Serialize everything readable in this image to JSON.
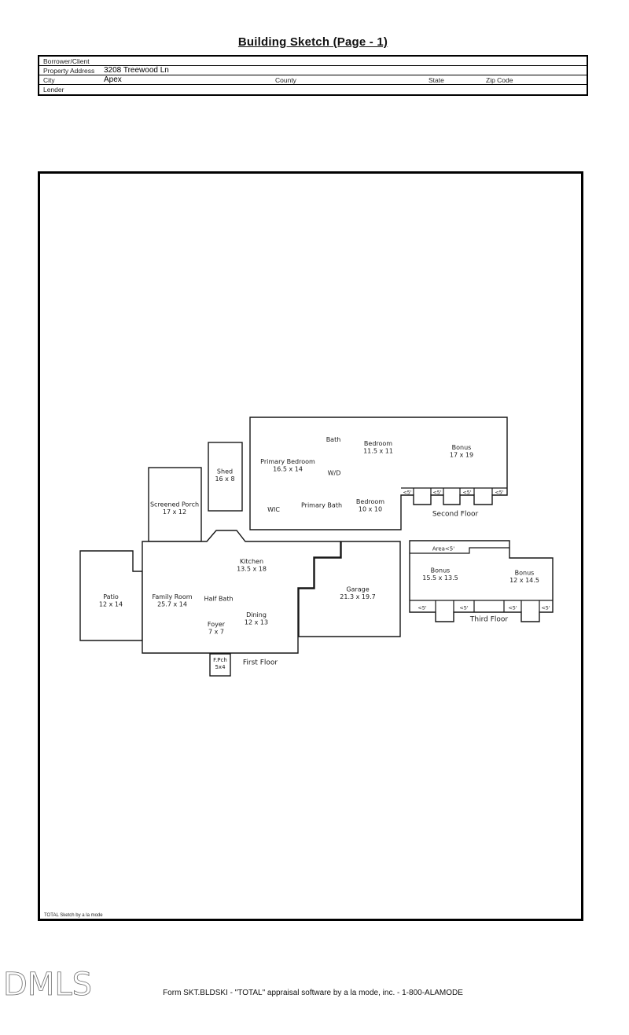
{
  "title": "Building Sketch (Page - 1)",
  "form": {
    "borrower_label": "Borrower/Client",
    "borrower_value": "",
    "property_address_label": "Property Address",
    "property_address_value": "3208 Treewood Ln",
    "city_label": "City",
    "city_value": "Apex",
    "county_label": "County",
    "county_value": "",
    "state_label": "State",
    "state_value": "",
    "zip_label": "Zip Code",
    "zip_value": "",
    "lender_label": "Lender",
    "lender_value": ""
  },
  "sketch": {
    "watermark": "TOTAL Sketch by a la mode",
    "second_floor": {
      "label": "Second Floor",
      "rooms": [
        {
          "name": "Bath",
          "dims": ""
        },
        {
          "name": "Bedroom",
          "dims": "11.5 x 11"
        },
        {
          "name": "Bonus",
          "dims": "17 x 19"
        },
        {
          "name": "Primary Bedroom",
          "dims": "16.5 x 14"
        },
        {
          "name": "W/D",
          "dims": ""
        },
        {
          "name": "WIC",
          "dims": ""
        },
        {
          "name": "Primary Bath",
          "dims": ""
        },
        {
          "name": "Bedroom",
          "dims": "10 x 10"
        }
      ],
      "low_height_markers": [
        "<5'",
        "<5'",
        "<5'",
        "<5'"
      ]
    },
    "outbuildings": {
      "shed": {
        "name": "Shed",
        "dims": "16 x 8"
      },
      "screened_porch": {
        "name": "Screened Porch",
        "dims": "17 x 12"
      },
      "patio": {
        "name": "Patio",
        "dims": "12 x 14"
      }
    },
    "first_floor": {
      "label": "First Floor",
      "rooms": [
        {
          "name": "Kitchen",
          "dims": "13.5 x 18"
        },
        {
          "name": "Family Room",
          "dims": "25.7 x 14"
        },
        {
          "name": "Half Bath",
          "dims": ""
        },
        {
          "name": "Dining",
          "dims": "12 x 13"
        },
        {
          "name": "Foyer",
          "dims": "7 x 7"
        },
        {
          "name": "Garage",
          "dims": "21.3 x 19.7"
        },
        {
          "name": "F.Pch",
          "dims": "5x4"
        }
      ]
    },
    "third_floor": {
      "label": "Third Floor",
      "area_label": "Area<5'",
      "rooms": [
        {
          "name": "Bonus",
          "dims": "15.5 x 13.5"
        },
        {
          "name": "Bonus",
          "dims": "12 x 14.5"
        }
      ],
      "low_height_markers": [
        "<5'",
        "<5'",
        "<5'",
        "<5'"
      ]
    }
  },
  "footer": {
    "logo": "DMLS",
    "form_line": "Form SKT.BLDSKI - \"TOTAL\" appraisal software by a la mode, inc. - 1-800-ALAMODE"
  }
}
